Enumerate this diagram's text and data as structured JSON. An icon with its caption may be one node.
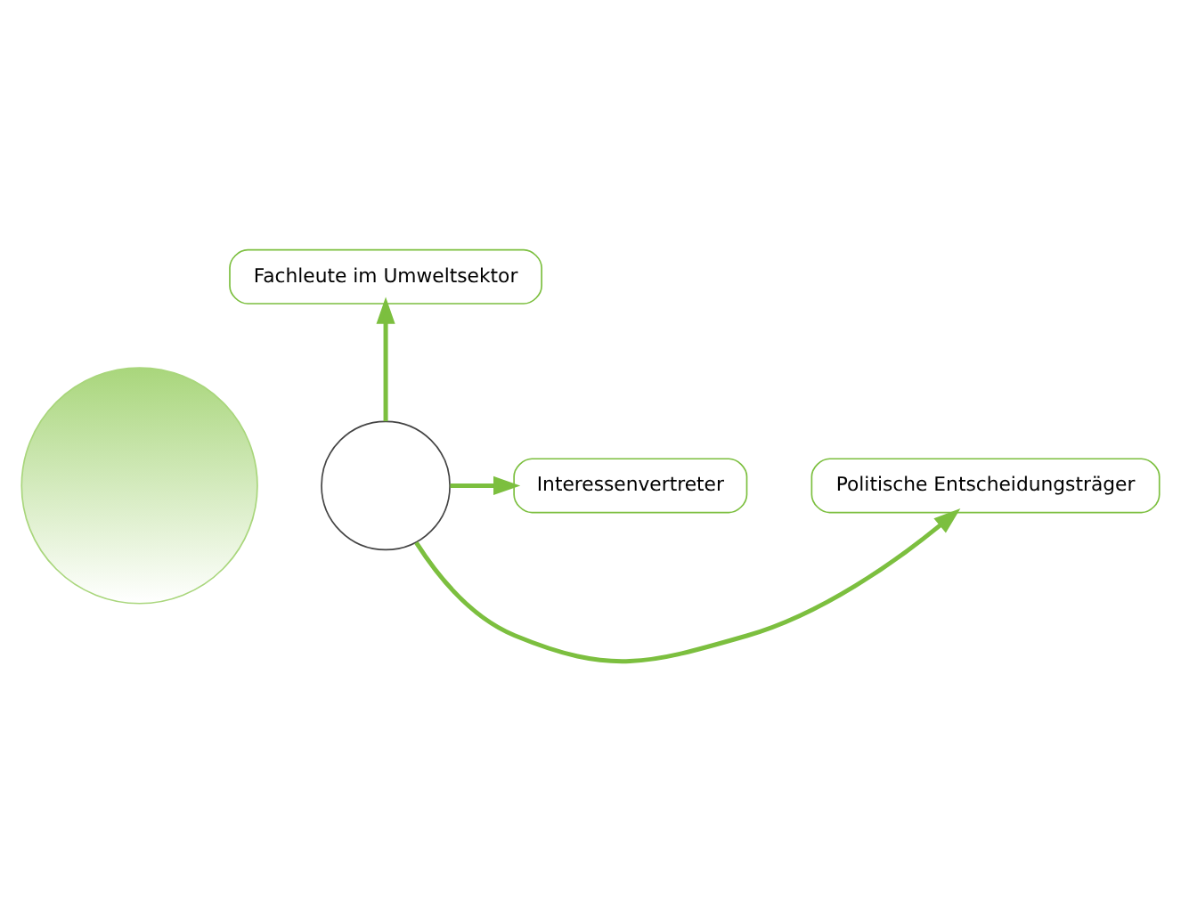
{
  "diagram": {
    "nodes": [
      {
        "text": [],
        "shape": "circle"
      },
      {
        "text": [
          "Fachleute im Umweltsektor"
        ]
      },
      {
        "text": [
          "Politische Entscheidungsträger"
        ]
      },
      {
        "text": [
          "Interessenvertreter"
        ]
      },
      {
        "text": [],
        "shape": "circle"
      }
    ],
    "edges": [
      {
        "from": 4,
        "to": 1,
        "arrow": "to"
      },
      {
        "from": 4,
        "to": 2,
        "arrow": "to"
      },
      {
        "from": 4,
        "to": 3,
        "arrow": "to"
      }
    ]
  }
}
